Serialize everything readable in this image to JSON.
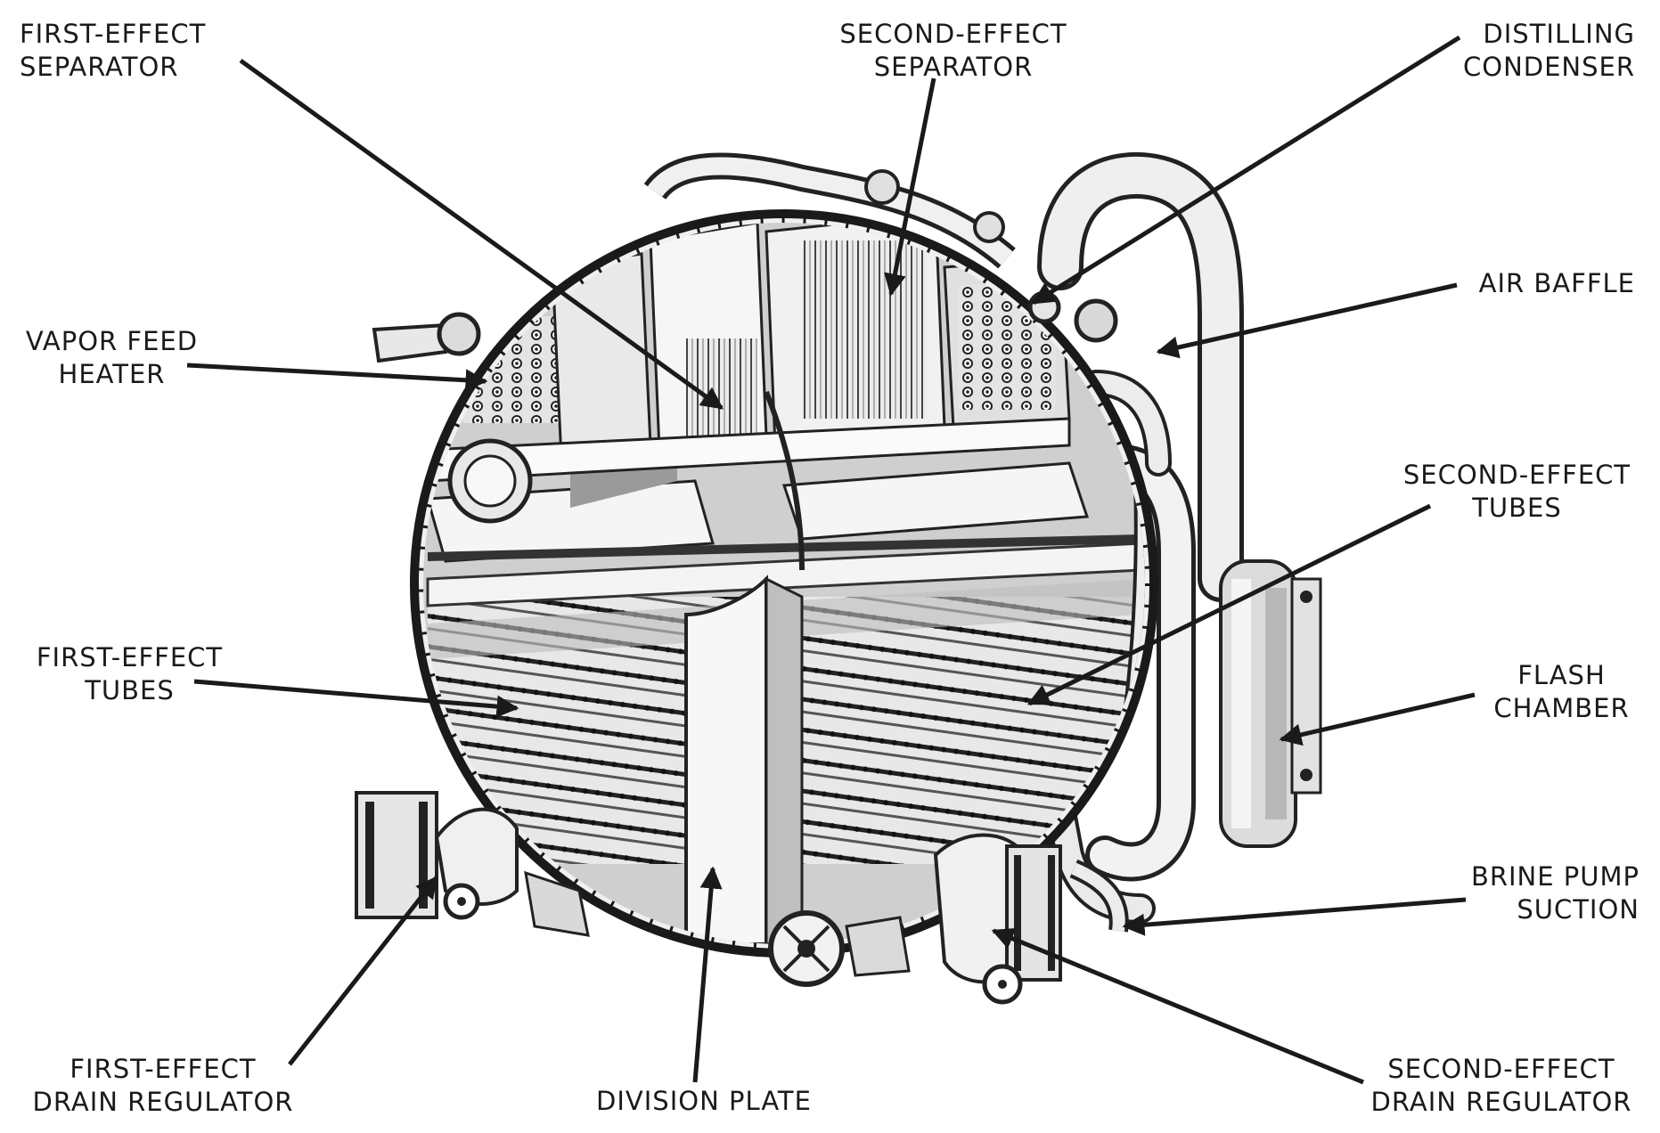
{
  "labels": {
    "first_effect_separator": [
      "FIRST-EFFECT",
      "SEPARATOR"
    ],
    "second_effect_separator": [
      "SECOND-EFFECT",
      "SEPARATOR"
    ],
    "distilling_condenser": [
      "DISTILLING",
      "CONDENSER"
    ],
    "air_baffle": [
      "AIR BAFFLE"
    ],
    "vapor_feed_heater": [
      "VAPOR FEED",
      "HEATER"
    ],
    "second_effect_tubes": [
      "SECOND-EFFECT",
      "TUBES"
    ],
    "first_effect_tubes": [
      "FIRST-EFFECT",
      "TUBES"
    ],
    "flash_chamber": [
      "FLASH",
      "CHAMBER"
    ],
    "brine_pump_suction": [
      "BRINE PUMP",
      "SUCTION"
    ],
    "first_effect_drain_regulator": [
      "FIRST-EFFECT",
      "DRAIN REGULATOR"
    ],
    "division_plate": [
      "DIVISION PLATE"
    ],
    "second_effect_drain_regulator": [
      "SECOND-EFFECT",
      "DRAIN REGULATOR"
    ]
  },
  "colors": {
    "ink": "#1a1a1a",
    "metal": "#e6e6e6",
    "metal_shadow": "#9a9a9a",
    "dark": "#2a2a2a"
  }
}
